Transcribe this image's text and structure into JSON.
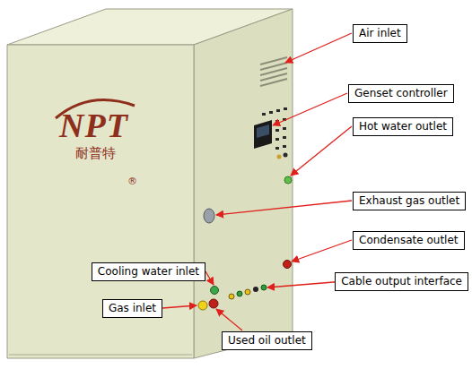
{
  "diagram": {
    "nodes": [
      {
        "text": [
          "Air inlet"
        ]
      },
      {
        "text": [
          "Genset controller"
        ]
      },
      {
        "text": [
          "Hot water outlet"
        ]
      },
      {
        "text": [
          "Exhaust gas outlet"
        ]
      },
      {
        "text": [
          "Condensate outlet"
        ]
      },
      {
        "text": [
          "Cable output interface"
        ]
      },
      {
        "text": [
          "Cooling water inlet"
        ]
      },
      {
        "text": [
          "Gas inlet"
        ]
      },
      {
        "text": [
          "Used oil outlet"
        ]
      }
    ],
    "labels": [
      "NPT",
      "耐普特",
      "®"
    ]
  }
}
